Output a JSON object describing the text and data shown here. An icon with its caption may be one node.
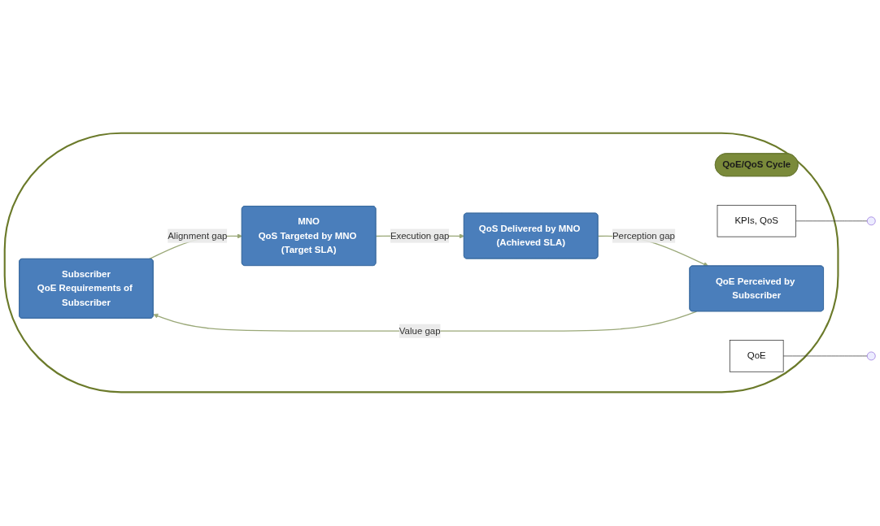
{
  "diagram": {
    "nodes": [
      {
        "text": [],
        "shape": "ellipse"
      },
      {
        "text": [
          "Subscriber",
          "QoE Requirements of Subscriber"
        ],
        "in": 0
      },
      {
        "text": [
          "MNO",
          "QoS Targeted by MNO (Target SLA)"
        ],
        "in": 0
      },
      {
        "text": [
          "QoE/QoS Cycle"
        ],
        "in": 0
      },
      {
        "text": [
          "KPIs, QoS"
        ],
        "in": 0
      },
      {
        "text": [
          "QoE Perceived by Subscriber"
        ],
        "in": 0
      },
      {
        "text": [
          "QoS Delivered by MNO (Achieved SLA)"
        ],
        "in": 0
      },
      {
        "text": [
          "QoE"
        ],
        "in": 0
      }
    ],
    "edges": [
      {
        "from": 1,
        "to": 2,
        "arrow": "to",
        "label": "Alignment gap"
      },
      {
        "from": 2,
        "to": 6,
        "arrow": "to",
        "label": "Execution gap"
      },
      {
        "from": 6,
        "to": 5,
        "arrow": "to",
        "label": "Perception gap"
      },
      {
        "from": 5,
        "to": 1,
        "arrow": "to",
        "label": "Value gap"
      },
      {
        "from": 4,
        "to": null,
        "arrow": "none",
        "color": "#333333"
      },
      {
        "from": 7,
        "to": null,
        "arrow": "none",
        "color": "#333333"
      }
    ]
  }
}
